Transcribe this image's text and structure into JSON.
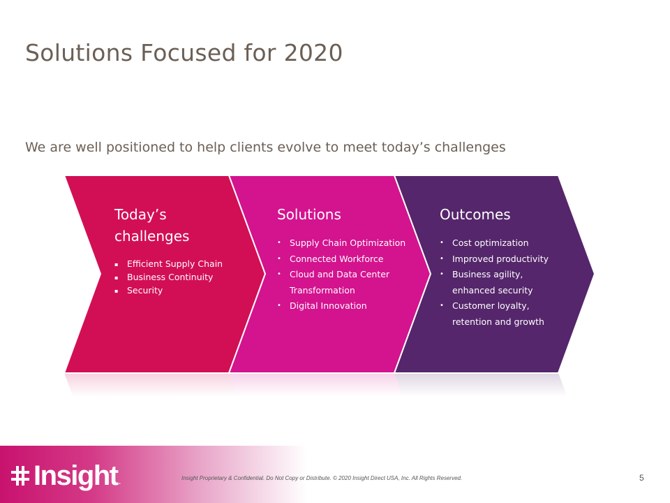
{
  "slide": {
    "title": "Solutions Focused for 2020",
    "subtitle": "We are well positioned to help clients evolve to meet today’s challenges"
  },
  "process": [
    {
      "heading": "Today’s challenges",
      "color": "#d20f55",
      "bullet": "▪",
      "items": [
        "Efficient Supply Chain",
        "Business Continuity",
        "Security"
      ]
    },
    {
      "heading": "Solutions",
      "color": "#d4138f",
      "bullet": "•",
      "items": [
        "Supply Chain Optimization",
        "Connected Workforce",
        "Cloud and Data Center Transformation",
        "Digital Innovation"
      ]
    },
    {
      "heading": "Outcomes",
      "color": "#55266b",
      "bullet": "•",
      "items": [
        "Cost optimization",
        "Improved productivity",
        "Business agility, enhanced security",
        "Customer loyalty, retention and growth"
      ]
    }
  ],
  "footer": {
    "logo_text": "Insight",
    "logo_icon": "insight-logo-mark-icon",
    "note": "Insight Proprietary & Confidential. Do Not Copy or Distribute. © 2020 Insight Direct USA, Inc. All Rights Reserved.",
    "page_number": "5",
    "band_color": "#c8126e"
  }
}
